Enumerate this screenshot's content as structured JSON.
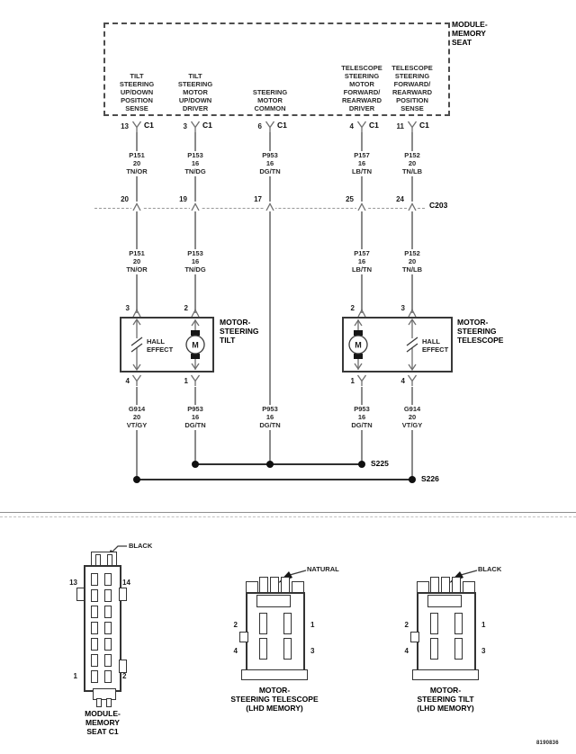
{
  "doc_id": "8190836",
  "module": {
    "label": "MODULE-\nMEMORY\nSEAT",
    "pins": [
      {
        "desc": "TILT\nSTEERING\nUP/DOWN\nPOSITION\nSENSE",
        "pin": "13",
        "conn": "C1"
      },
      {
        "desc": "TILT\nSTEERING\nMOTOR\nUP/DOWN\nDRIVER",
        "pin": "3",
        "conn": "C1"
      },
      {
        "desc": "STEERING\nMOTOR\nCOMMON",
        "pin": "6",
        "conn": "C1"
      },
      {
        "desc": "TELESCOPE\nSTEERING\nMOTOR\nFORWARD/\nREARWARD\nDRIVER",
        "pin": "4",
        "conn": "C1"
      },
      {
        "desc": "TELESCOPE\nSTEERING\nFORWARD/\nREARWARD\nPOSITION\nSENSE",
        "pin": "11",
        "conn": "C1"
      }
    ]
  },
  "segments_top": [
    {
      "circuit": "P151",
      "gauge": "20",
      "color": "TN/OR"
    },
    {
      "circuit": "P153",
      "gauge": "16",
      "color": "TN/DG"
    },
    {
      "circuit": "P953",
      "gauge": "16",
      "color": "DG/TN"
    },
    {
      "circuit": "P157",
      "gauge": "16",
      "color": "LB/TN"
    },
    {
      "circuit": "P152",
      "gauge": "20",
      "color": "TN/LB"
    }
  ],
  "c203": {
    "label": "C203",
    "pins": [
      "20",
      "19",
      "17",
      "25",
      "24"
    ]
  },
  "segments_mid": [
    {
      "circuit": "P151",
      "gauge": "20",
      "color": "TN/OR"
    },
    {
      "circuit": "P153",
      "gauge": "16",
      "color": "TN/DG"
    },
    {
      "circuit": "P157",
      "gauge": "16",
      "color": "LB/TN"
    },
    {
      "circuit": "P152",
      "gauge": "20",
      "color": "TN/LB"
    }
  ],
  "motors": {
    "tilt": {
      "label": "MOTOR-\nSTEERING\nTILT",
      "pin_in_left": "3",
      "pin_in_right": "2",
      "pin_out_left": "4",
      "pin_out_right": "1",
      "hall": "HALL\nEFFECT",
      "motor": "M"
    },
    "telescope": {
      "label": "MOTOR-\nSTEERING\nTELESCOPE",
      "pin_in_left": "2",
      "pin_in_right": "3",
      "pin_out_left": "1",
      "pin_out_right": "4",
      "hall": "HALL\nEFFECT",
      "motor": "M"
    }
  },
  "segments_bottom": [
    {
      "circuit": "G914",
      "gauge": "20",
      "color": "VT/GY"
    },
    {
      "circuit": "P953",
      "gauge": "16",
      "color": "DG/TN"
    },
    {
      "circuit": "P953",
      "gauge": "16",
      "color": "DG/TN"
    },
    {
      "circuit": "P953",
      "gauge": "16",
      "color": "DG/TN"
    },
    {
      "circuit": "G914",
      "gauge": "20",
      "color": "VT/GY"
    }
  ],
  "splices": {
    "s225": "S225",
    "s226": "S226"
  },
  "connector_views": [
    {
      "tag": "BLACK",
      "tl": "13",
      "tr": "14",
      "bl": "1",
      "br": "2",
      "caption": "MODULE-\nMEMORY\nSEAT C1"
    },
    {
      "tag": "NATURAL",
      "tl": "2",
      "tr": "1",
      "bl": "4",
      "br": "3",
      "caption": "MOTOR-\nSTEERING TELESCOPE\n(LHD MEMORY)"
    },
    {
      "tag": "BLACK",
      "tl": "2",
      "tr": "1",
      "bl": "4",
      "br": "3",
      "caption": "MOTOR-\nSTEERING TILT\n(LHD MEMORY)"
    }
  ]
}
